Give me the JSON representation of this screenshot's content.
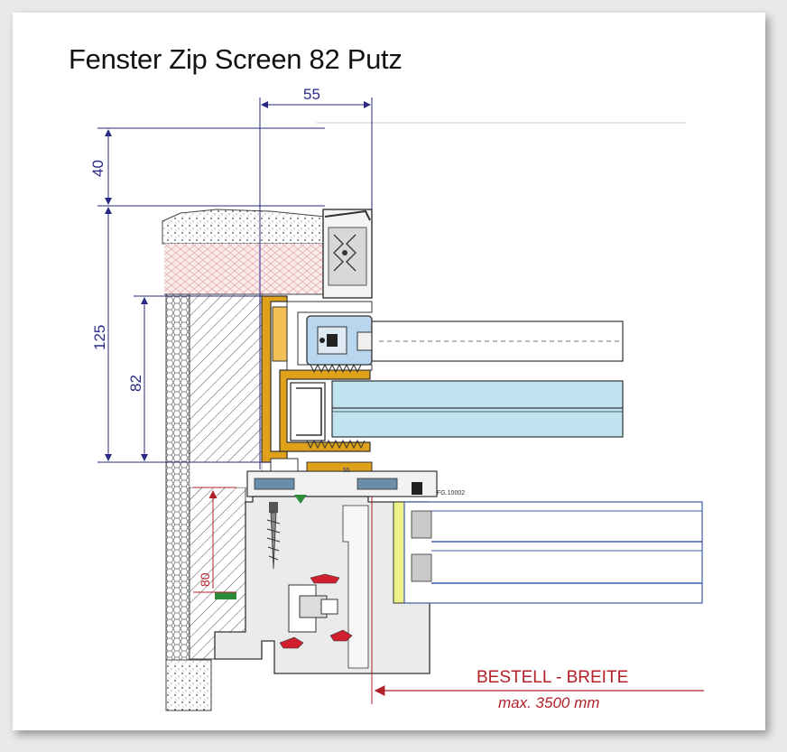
{
  "title": "Fenster Zip Screen 82 Putz",
  "dimensions": {
    "width_top": "55",
    "height_40": "40",
    "height_125": "125",
    "height_82": "82",
    "height_80": "80"
  },
  "small_labels": {
    "part_number": "FG.10002",
    "marker": "55"
  },
  "order_width": {
    "label": "BESTELL - BREITE",
    "max": "max. 3500 mm"
  },
  "colors": {
    "dimension_lines": "#2a2a86",
    "order_text": "#b3202a",
    "profile": "#e0a11a",
    "glass": "#bfe3ef",
    "seal": "#d0202f",
    "insulation": "#f1d4d4"
  }
}
